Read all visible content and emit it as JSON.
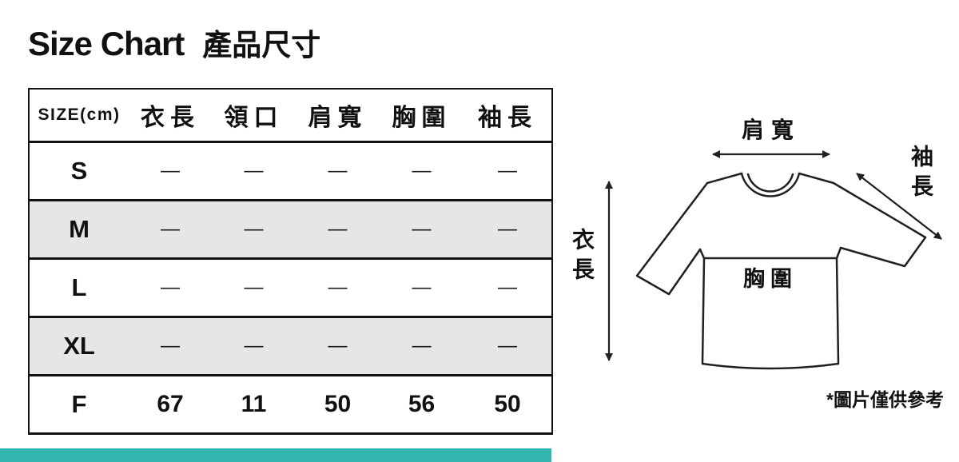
{
  "page": {
    "title_en": "Size Chart",
    "title_zh": "產品尺寸"
  },
  "chart_data": {
    "type": "table",
    "title": "Size Chart 產品尺寸",
    "columns": [
      "SIZE(cm)",
      "衣長",
      "領口",
      "肩寬",
      "胸圍",
      "袖長"
    ],
    "rows": [
      [
        "S",
        "—",
        "—",
        "—",
        "—",
        "—"
      ],
      [
        "M",
        "—",
        "—",
        "—",
        "—",
        "—"
      ],
      [
        "L",
        "—",
        "—",
        "—",
        "—",
        "—"
      ],
      [
        "XL",
        "—",
        "—",
        "—",
        "—",
        "—"
      ],
      [
        "F",
        "67",
        "11",
        "50",
        "56",
        "50"
      ]
    ]
  },
  "diagram": {
    "shoulder_label": "肩寬",
    "sleeve_label": "袖長",
    "length_label": "衣長",
    "chest_label": "胸圍",
    "note": "*圖片僅供參考"
  },
  "colors": {
    "row_alt": "#e6e6e6",
    "accent_bar": "#31b5ac",
    "line": "#231f20"
  }
}
